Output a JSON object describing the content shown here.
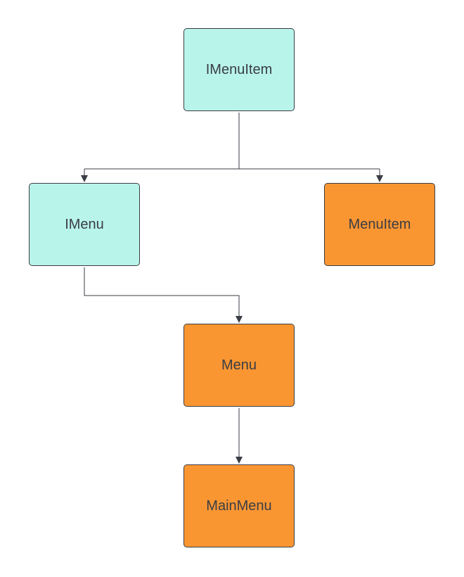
{
  "colors": {
    "interface": "#b8f4ea",
    "class": "#fa9632",
    "stroke": "#3a3d45"
  },
  "nodes": [
    {
      "id": "imenuitem",
      "label": "IMenuItem",
      "kind": "interface"
    },
    {
      "id": "imenu",
      "label": "IMenu",
      "kind": "interface"
    },
    {
      "id": "menuitem",
      "label": "MenuItem",
      "kind": "class"
    },
    {
      "id": "menu",
      "label": "Menu",
      "kind": "class"
    },
    {
      "id": "mainmenu",
      "label": "MainMenu",
      "kind": "class"
    }
  ],
  "edges": [
    {
      "from": "IMenuItem",
      "to": "IMenu"
    },
    {
      "from": "IMenuItem",
      "to": "MenuItem"
    },
    {
      "from": "IMenu",
      "to": "Menu"
    },
    {
      "from": "Menu",
      "to": "MainMenu"
    }
  ]
}
